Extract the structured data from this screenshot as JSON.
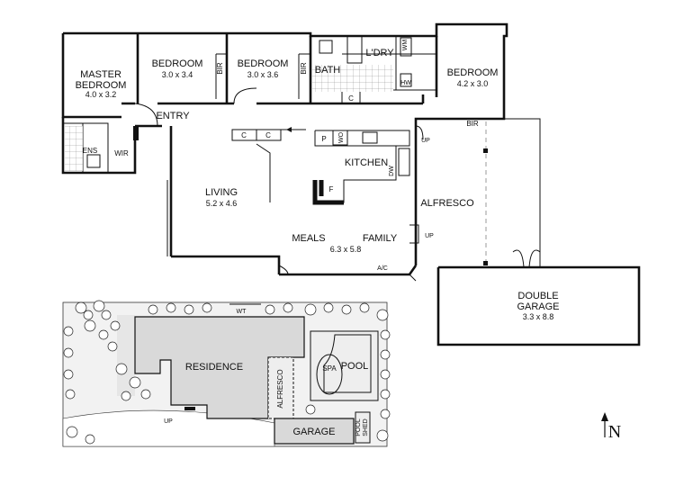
{
  "floor_plan": {
    "rooms": {
      "master_bedroom": {
        "name_line1": "MASTER",
        "name_line2": "BEDROOM",
        "size": "4.0 x 3.2"
      },
      "bedroom_2": {
        "name": "BEDROOM",
        "size": "3.0 x 3.4"
      },
      "bedroom_3": {
        "name": "BEDROOM",
        "size": "3.0 x 3.6"
      },
      "bedroom_4": {
        "name": "BEDROOM",
        "size": "4.2 x 3.0"
      },
      "bath": {
        "name": "BATH"
      },
      "laundry": {
        "name": "L'DRY"
      },
      "entry": {
        "name": "ENTRY"
      },
      "ens": {
        "name": "ENS"
      },
      "wir": {
        "name": "WIR"
      },
      "living": {
        "name": "LIVING",
        "size": "5.2 x 4.6"
      },
      "kitchen": {
        "name": "KITCHEN"
      },
      "meals": {
        "name": "MEALS"
      },
      "family": {
        "name": "FAMILY"
      },
      "meals_family_size": "6.3 x 5.8",
      "alfresco": {
        "name": "ALFRESCO"
      },
      "double_garage": {
        "name_line1": "DOUBLE",
        "name_line2": "GARAGE",
        "size": "3.3 x 8.8"
      }
    },
    "fixtures": {
      "bir": "BIR",
      "wm": "WM",
      "hw": "HW",
      "cupboard": "C",
      "pantry": "P",
      "wo": "WO",
      "dw": "DW",
      "fireplace": "F",
      "ac": "A/C",
      "up": "UP"
    }
  },
  "site_plan": {
    "residence": "RESIDENCE",
    "alfresco": "ALFRESCO",
    "spa": "SPA",
    "pool": "POOL",
    "garage": "GARAGE",
    "pool_shed_line1": "POOL",
    "pool_shed_line2": "SHED",
    "wt": "WT",
    "up": "UP"
  },
  "compass": {
    "north": "N"
  },
  "colors": {
    "wall": "#111111",
    "site_fill": "#d9d9d9",
    "background": "#ffffff"
  }
}
